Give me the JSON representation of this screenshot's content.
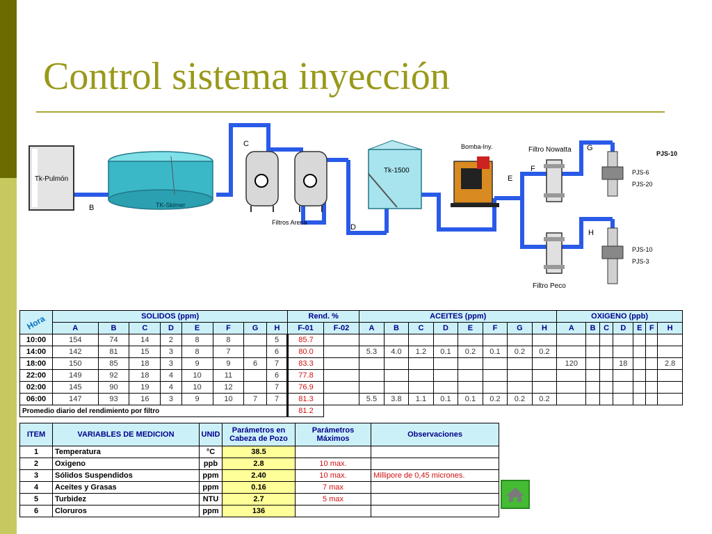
{
  "title": "Control sistema inyección",
  "diagram": {
    "labels": {
      "tk_pulmon": "Tk-Pulmón",
      "tk_skimer": "TK-Skimer",
      "filtros_arena": "Filtros Arena",
      "tk_1500": "Tk-1500",
      "bomba": "Bomba-Iny.",
      "filtro_nowatta": "Filtro Nowatta",
      "filtro_peco": "Filtro Peco",
      "pjs10_top": "PJS-10",
      "pjs6": "PJS-6",
      "pjs20": "PJS-20",
      "pjs10": "PJS-10",
      "pjs3": "PJS-3",
      "b": "B",
      "c": "C",
      "d": "D",
      "e": "E",
      "f": "F",
      "g": "G",
      "h": "H"
    }
  },
  "table1": {
    "hora_label": "Hora",
    "groups": [
      "SOLIDOS (ppm)",
      "Rend. %",
      "ACEITES (ppm)",
      "OXIGENO (ppb)"
    ],
    "sub_solidos": [
      "A",
      "B",
      "C",
      "D",
      "E",
      "F",
      "G",
      "H"
    ],
    "sub_rend": [
      "F-01",
      "F-02"
    ],
    "sub_aceites": [
      "A",
      "B",
      "C",
      "D",
      "E",
      "F",
      "G",
      "H"
    ],
    "sub_oxigeno": [
      "A",
      "B",
      "C",
      "D",
      "E",
      "F",
      "H"
    ],
    "rows": [
      {
        "hora": "10:00",
        "solidos": [
          "154",
          "74",
          "14",
          "2",
          "8",
          "8",
          "",
          "5"
        ],
        "rend": [
          "85.7",
          ""
        ],
        "aceites": [
          "",
          "",
          "",
          "",
          "",
          "",
          "",
          ""
        ],
        "oxigeno": [
          "",
          "",
          "",
          "",
          "",
          "",
          ""
        ]
      },
      {
        "hora": "14:00",
        "solidos": [
          "142",
          "81",
          "15",
          "3",
          "8",
          "7",
          "",
          "6"
        ],
        "rend": [
          "80.0",
          ""
        ],
        "aceites": [
          "5.3",
          "4.0",
          "1.2",
          "0.1",
          "0.2",
          "0.1",
          "0.2",
          "0.2"
        ],
        "oxigeno": [
          "",
          "",
          "",
          "",
          "",
          "",
          ""
        ]
      },
      {
        "hora": "18:00",
        "solidos": [
          "150",
          "85",
          "18",
          "3",
          "9",
          "9",
          "6",
          "7"
        ],
        "rend": [
          "83.3",
          ""
        ],
        "aceites": [
          "",
          "",
          "",
          "",
          "",
          "",
          "",
          ""
        ],
        "oxigeno": [
          "120",
          "",
          "",
          "18",
          "",
          "",
          "2.8"
        ]
      },
      {
        "hora": "22:00",
        "solidos": [
          "149",
          "92",
          "18",
          "4",
          "10",
          "11",
          "",
          "6"
        ],
        "rend": [
          "77.8",
          ""
        ],
        "aceites": [
          "",
          "",
          "",
          "",
          "",
          "",
          "",
          ""
        ],
        "oxigeno": [
          "",
          "",
          "",
          "",
          "",
          "",
          ""
        ]
      },
      {
        "hora": "02:00",
        "solidos": [
          "145",
          "90",
          "19",
          "4",
          "10",
          "12",
          "",
          "7"
        ],
        "rend": [
          "76.9",
          ""
        ],
        "aceites": [
          "",
          "",
          "",
          "",
          "",
          "",
          "",
          ""
        ],
        "oxigeno": [
          "",
          "",
          "",
          "",
          "",
          "",
          ""
        ]
      },
      {
        "hora": "06:00",
        "solidos": [
          "147",
          "93",
          "16",
          "3",
          "9",
          "10",
          "7",
          "7"
        ],
        "rend": [
          "81.3",
          ""
        ],
        "aceites": [
          "5.5",
          "3.8",
          "1.1",
          "0.1",
          "0.1",
          "0.2",
          "0.2",
          "0.2"
        ],
        "oxigeno": [
          "",
          "",
          "",
          "",
          "",
          "",
          ""
        ]
      }
    ],
    "promedio_label": "Promedio  diario del rendimiento por filtro",
    "promedio_value": "81.2"
  },
  "table2": {
    "headers": [
      "ITEM",
      "VARIABLES DE MEDICION",
      "UNID",
      "Parámetros en Cabeza de Pozo",
      "Parámetros Máximos",
      "Observaciones"
    ],
    "rows": [
      {
        "item": "1",
        "variable": "Temperatura",
        "unid": "°C",
        "valor": "38.5",
        "max": "",
        "obs": ""
      },
      {
        "item": "2",
        "variable": "Oxigeno",
        "unid": "ppb",
        "valor": "2.8",
        "max": "10 max.",
        "obs": ""
      },
      {
        "item": "3",
        "variable": "Sólidos Suspendidos",
        "unid": "ppm",
        "valor": "2.40",
        "max": "10 max.",
        "obs": "Millipore de 0,45 micrones."
      },
      {
        "item": "4",
        "variable": "Aceites y Grasas",
        "unid": "ppm",
        "valor": "0.16",
        "max": "7 max",
        "obs": ""
      },
      {
        "item": "5",
        "variable": "Turbidez",
        "unid": "NTU",
        "valor": "2.7",
        "max": "5 max",
        "obs": ""
      },
      {
        "item": "6",
        "variable": "Cloruros",
        "unid": "ppm",
        "valor": "136",
        "max": "",
        "obs": ""
      }
    ]
  },
  "icons": {
    "home": "home-icon"
  },
  "colors": {
    "title": "#99991a",
    "pipe": "#2a5ae8",
    "header_bg": "#ccf0f8",
    "header_text": "#00008b",
    "value_bg": "#ffff99",
    "red": "#d01010"
  }
}
